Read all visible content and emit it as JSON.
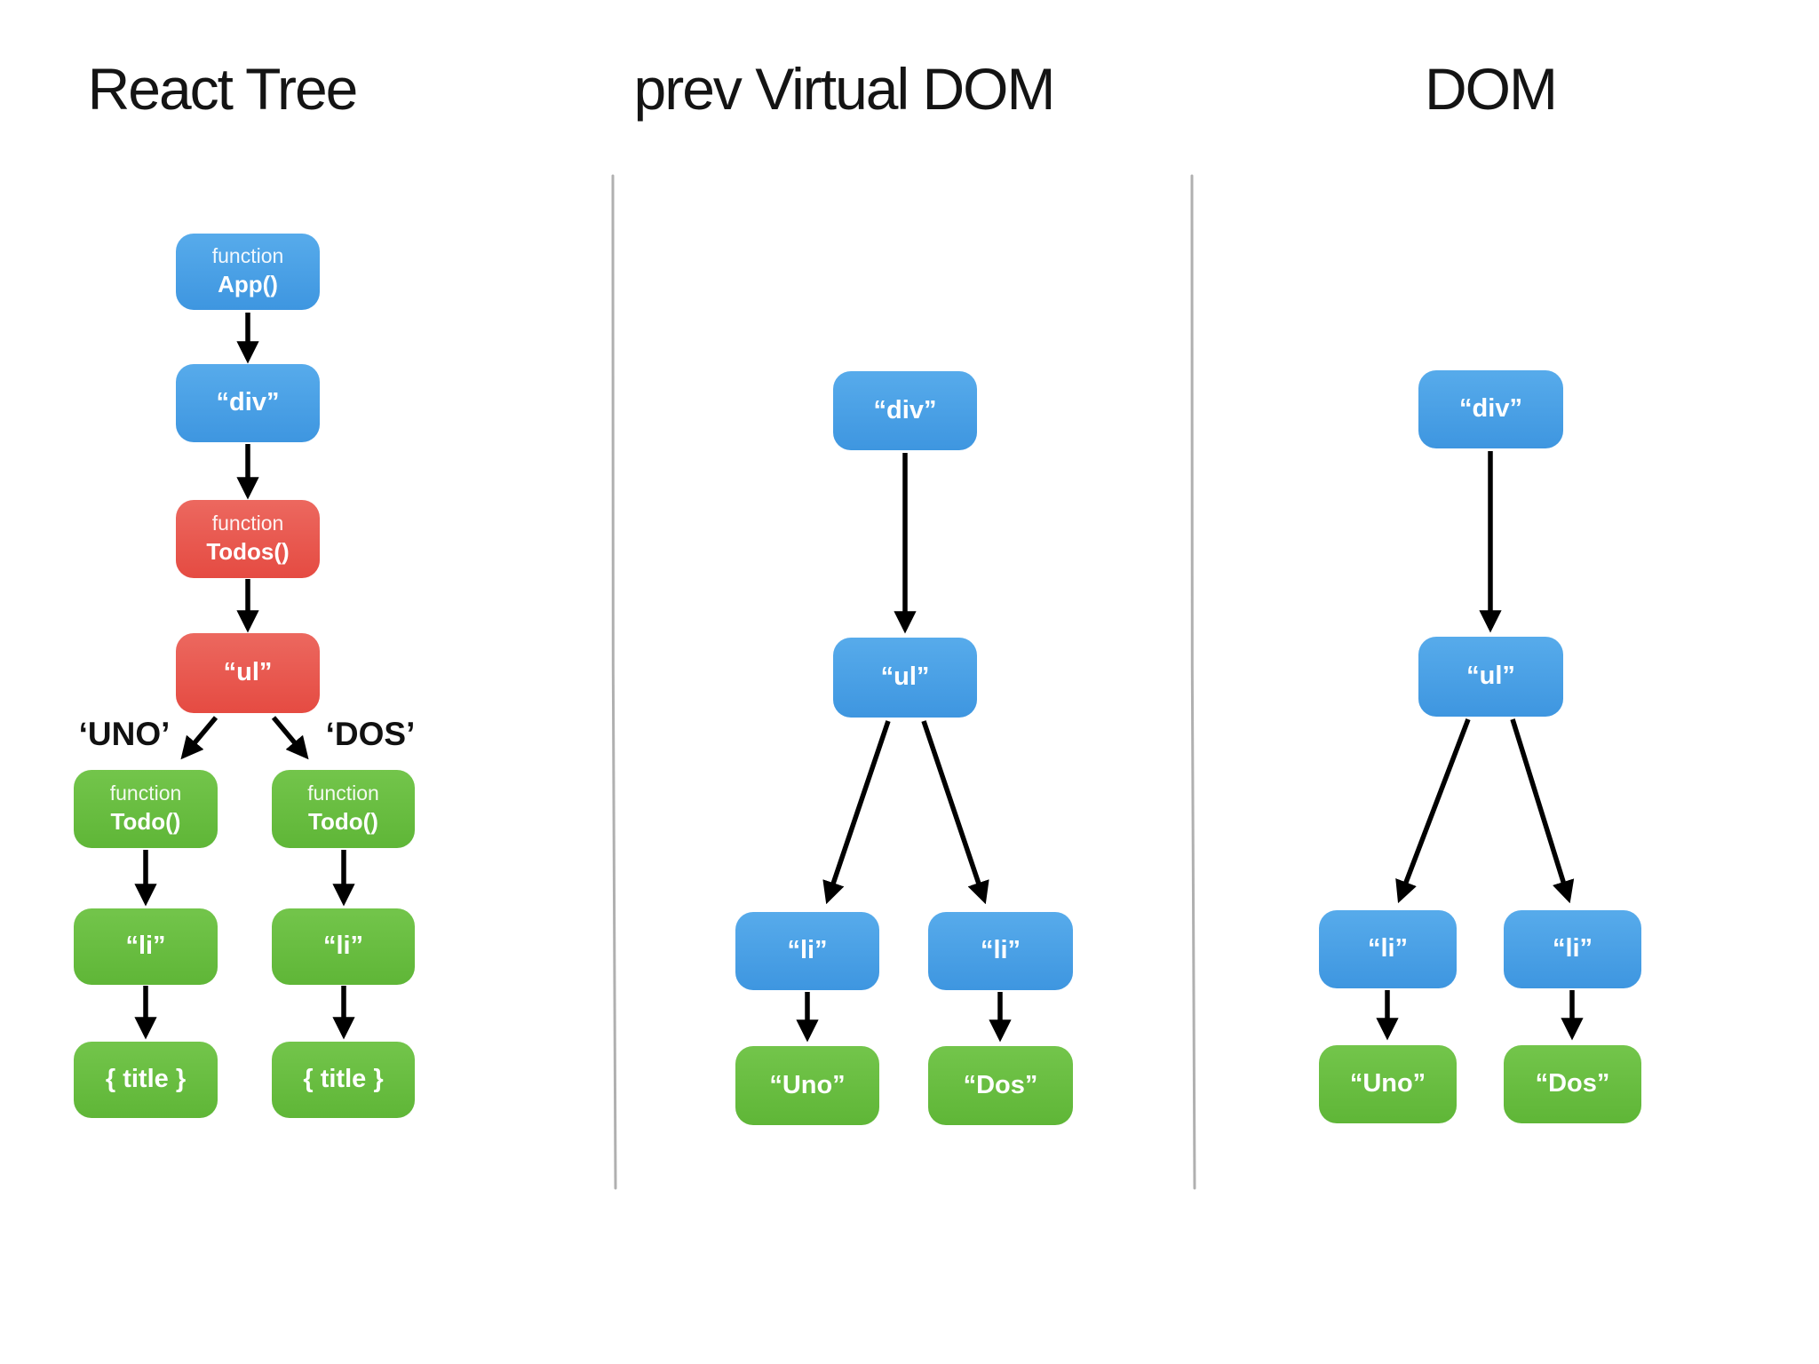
{
  "diagram": {
    "background": "#ffffff",
    "colors": {
      "blue_node": "#4A9FE6",
      "red_node": "#E9564D",
      "green_node": "#6CBE41",
      "arrow": "#000000",
      "divider": "#A7A7A7",
      "title_text": "#141414",
      "node_text": "#FFFFFF"
    },
    "columns": [
      {
        "title": "React Tree",
        "nodes": [
          {
            "id": "app",
            "color": "blue",
            "lines": [
              "function",
              "App()"
            ]
          },
          {
            "id": "div",
            "color": "blue",
            "lines": [
              "“div”"
            ]
          },
          {
            "id": "todos",
            "color": "red",
            "lines": [
              "function",
              "Todos()"
            ]
          },
          {
            "id": "ul",
            "color": "red",
            "lines": [
              "“ul”"
            ]
          },
          {
            "id": "todo-left",
            "color": "green",
            "lines": [
              "function",
              "Todo()"
            ]
          },
          {
            "id": "todo-right",
            "color": "green",
            "lines": [
              "function",
              "Todo()"
            ]
          },
          {
            "id": "li-left",
            "color": "green",
            "lines": [
              "“li”"
            ]
          },
          {
            "id": "li-right",
            "color": "green",
            "lines": [
              "“li”"
            ]
          },
          {
            "id": "title-left",
            "color": "green",
            "lines": [
              "{ title }"
            ]
          },
          {
            "id": "title-right",
            "color": "green",
            "lines": [
              "{ title }"
            ]
          }
        ],
        "edge_labels": [
          {
            "id": "uno-key",
            "text": "‘UNO’"
          },
          {
            "id": "dos-key",
            "text": "‘DOS’"
          }
        ]
      },
      {
        "title": "prev Virtual DOM",
        "nodes": [
          {
            "id": "div",
            "color": "blue",
            "lines": [
              "“div”"
            ]
          },
          {
            "id": "ul",
            "color": "blue",
            "lines": [
              "“ul”"
            ]
          },
          {
            "id": "li-left",
            "color": "blue",
            "lines": [
              "“li”"
            ]
          },
          {
            "id": "li-right",
            "color": "blue",
            "lines": [
              "“li”"
            ]
          },
          {
            "id": "uno",
            "color": "green",
            "lines": [
              "“Uno”"
            ]
          },
          {
            "id": "dos",
            "color": "green",
            "lines": [
              "“Dos”"
            ]
          }
        ]
      },
      {
        "title": "DOM",
        "nodes": [
          {
            "id": "div",
            "color": "blue",
            "lines": [
              "“div”"
            ]
          },
          {
            "id": "ul",
            "color": "blue",
            "lines": [
              "“ul”"
            ]
          },
          {
            "id": "li-left",
            "color": "blue",
            "lines": [
              "“li”"
            ]
          },
          {
            "id": "li-right",
            "color": "blue",
            "lines": [
              "“li”"
            ]
          },
          {
            "id": "uno",
            "color": "green",
            "lines": [
              "“Uno”"
            ]
          },
          {
            "id": "dos",
            "color": "green",
            "lines": [
              "“Dos”"
            ]
          }
        ]
      }
    ]
  }
}
